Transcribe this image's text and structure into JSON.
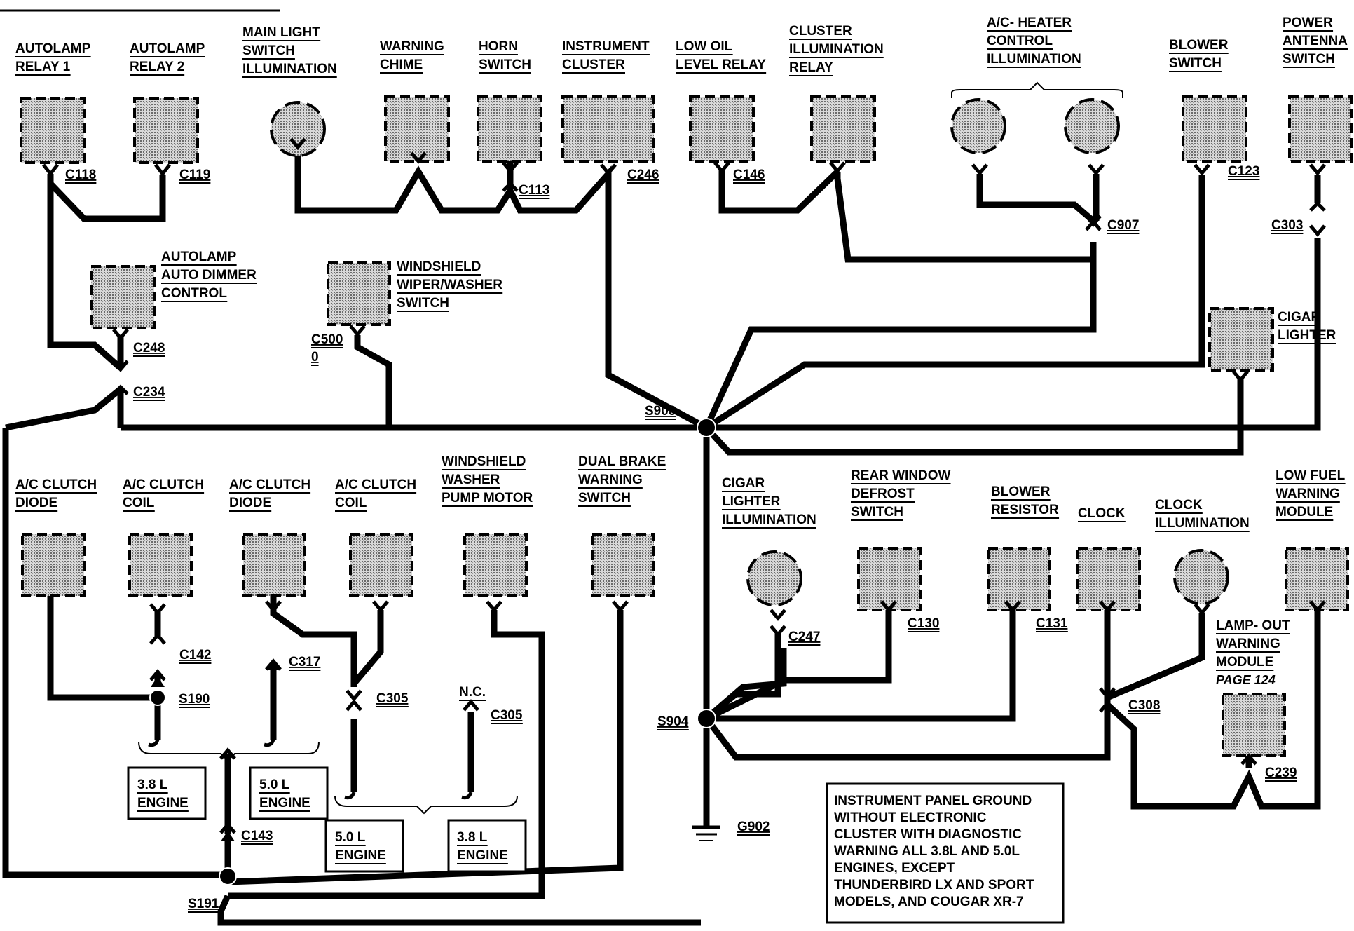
{
  "diagram": {
    "components": {
      "autolamp_relay_1": [
        "AUTOLAMP",
        "RELAY 1"
      ],
      "autolamp_relay_2": [
        "AUTOLAMP",
        "RELAY 2"
      ],
      "main_light_switch_illum": [
        "MAIN LIGHT",
        "SWITCH",
        "ILLUMINATION"
      ],
      "warning_chime": [
        "WARNING",
        "CHIME"
      ],
      "horn_switch": [
        "HORN",
        "SWITCH"
      ],
      "instrument_cluster": [
        "INSTRUMENT",
        "CLUSTER"
      ],
      "low_oil_level_relay": [
        "LOW OIL",
        "LEVEL RELAY"
      ],
      "cluster_illum_relay": [
        "CLUSTER",
        "ILLUMINATION",
        "RELAY"
      ],
      "ac_heater_control_illum": [
        "A/C- HEATER",
        "CONTROL",
        "ILLUMINATION"
      ],
      "blower_switch": [
        "BLOWER",
        "SWITCH"
      ],
      "power_antenna_switch": [
        "POWER",
        "ANTENNA",
        "SWITCH"
      ],
      "autolamp_auto_dimmer": [
        "AUTOLAMP",
        "AUTO DIMMER",
        "CONTROL"
      ],
      "windshield_wiper_washer": [
        "WINDSHIELD",
        "WIPER/WASHER",
        "SWITCH"
      ],
      "cigar_lighter": [
        "CIGAR",
        "LIGHTER"
      ],
      "ac_clutch_diode_1": [
        "A/C CLUTCH",
        "DIODE"
      ],
      "ac_clutch_coil_1": [
        "A/C CLUTCH",
        "COIL"
      ],
      "ac_clutch_diode_2": [
        "A/C CLUTCH",
        "DIODE"
      ],
      "ac_clutch_coil_2": [
        "A/C CLUTCH",
        "COIL"
      ],
      "windshield_washer_pump": [
        "WINDSHIELD",
        "WASHER",
        "PUMP MOTOR"
      ],
      "dual_brake_warning": [
        "DUAL BRAKE",
        "WARNING",
        "SWITCH"
      ],
      "cigar_lighter_illum": [
        "CIGAR",
        "LIGHTER",
        "ILLUMINATION"
      ],
      "rear_window_defrost": [
        "REAR WINDOW",
        "DEFROST",
        "SWITCH"
      ],
      "blower_resistor": [
        "BLOWER",
        "RESISTOR"
      ],
      "clock": [
        "CLOCK"
      ],
      "clock_illum": [
        "CLOCK",
        "ILLUMINATION"
      ],
      "low_fuel_warning": [
        "LOW FUEL",
        "WARNING",
        "MODULE"
      ],
      "lamp_out_warning": [
        "LAMP- OUT",
        "WARNING",
        "MODULE"
      ]
    },
    "page_ref": "PAGE 124",
    "connectors": {
      "c118": "C118",
      "c119": "C119",
      "c113": "C113",
      "c246": "C246",
      "c146": "C146",
      "c907": "C907",
      "c123": "C123",
      "c303": "C303",
      "c248": "C248",
      "c234": "C234",
      "c500": "C500",
      "c500b": "0",
      "c142": "C142",
      "c317": "C317",
      "c305a": "C305",
      "c305b": "C305",
      "c143": "C143",
      "c247": "C247",
      "c130": "C130",
      "c131": "C131",
      "c308": "C308",
      "c239": "C239"
    },
    "nc": "N.C.",
    "splices": {
      "s903": "S903",
      "s904": "S904",
      "s190": "S190",
      "s191": "S191"
    },
    "ground": "G902",
    "engines": {
      "e38a": [
        "3.8 L",
        "ENGINE"
      ],
      "e50a": [
        "5.0 L",
        "ENGINE"
      ],
      "e50b": [
        "5.0 L",
        "ENGINE"
      ],
      "e38b": [
        "3.8 L",
        "ENGINE"
      ]
    },
    "note": [
      "INSTRUMENT PANEL GROUND",
      "WITHOUT ELECTRONIC",
      "CLUSTER WITH DIAGNOSTIC",
      "WARNING ALL 3.8L AND 5.0L",
      "ENGINES, EXCEPT",
      "THUNDERBIRD LX AND SPORT",
      "MODELS, AND COUGAR XR-7"
    ]
  }
}
